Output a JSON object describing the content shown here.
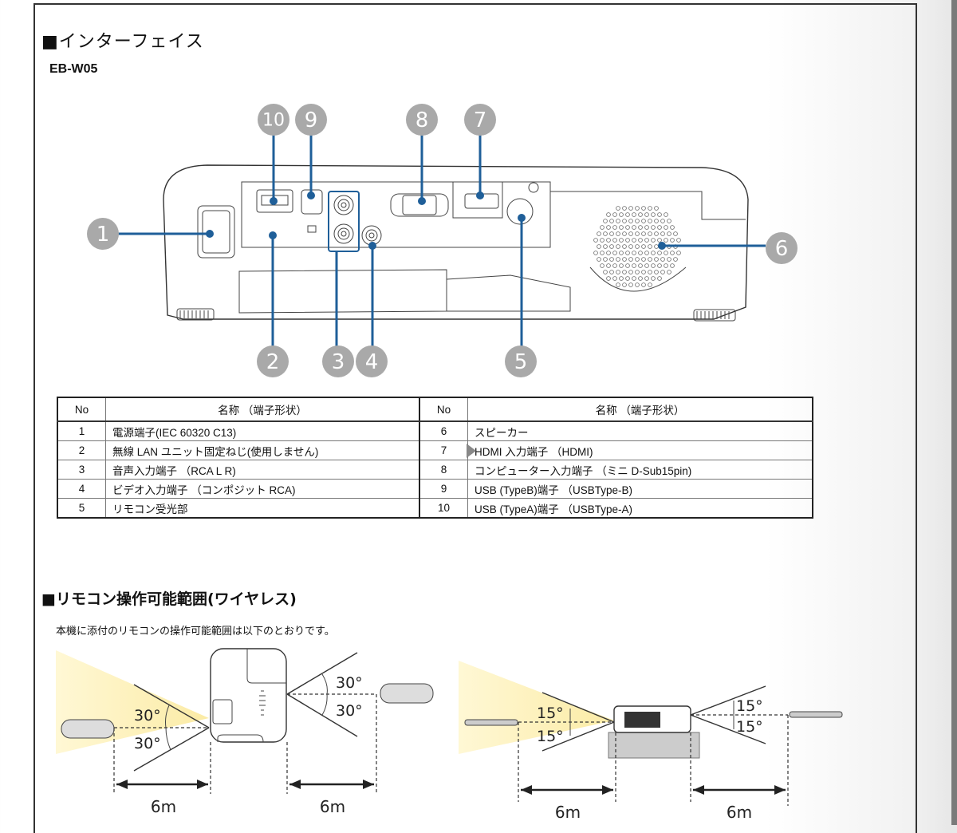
{
  "section1": {
    "heading": "■インターフェイス",
    "model": "EB-W05"
  },
  "diagram1": {
    "callouts": [
      "1",
      "2",
      "3",
      "4",
      "5",
      "6",
      "7",
      "8",
      "9",
      "10"
    ],
    "colors": {
      "callout": "#a9a9a9",
      "leader": "#1f5f99"
    }
  },
  "table": {
    "headers": {
      "no": "No",
      "name": "名称 （端子形状）"
    },
    "left_rows": [
      {
        "no": "1",
        "name": "電源端子(IEC 60320 C13)"
      },
      {
        "no": "2",
        "name": "無線 LAN ユニット固定ねじ(使用しません)"
      },
      {
        "no": "3",
        "name": "音声入力端子 （RCA L R)"
      },
      {
        "no": "4",
        "name": "ビデオ入力端子 （コンポジット RCA)"
      },
      {
        "no": "5",
        "name": "リモコン受光部"
      }
    ],
    "right_rows": [
      {
        "no": "6",
        "name": "スピーカー"
      },
      {
        "no": "7",
        "name": "HDMI 入力端子 （HDMI)"
      },
      {
        "no": "8",
        "name": "コンピューター入力端子 （ミニ D-Sub15pin)"
      },
      {
        "no": "9",
        "name": "USB (TypeB)端子 （USBType-B)"
      },
      {
        "no": "10",
        "name": "USB (TypeA)端子 （USBType-A)"
      }
    ]
  },
  "section2": {
    "heading": "■リモコン操作可能範囲(ワイヤレス)",
    "description": "本機に添付のリモコンの操作可能範囲は以下のとおりです。"
  },
  "range_top_view": {
    "angle_up": "30°",
    "angle_down": "30°",
    "angle_up_rear": "30°",
    "angle_down_rear": "30°",
    "distance_front": "6m",
    "distance_rear": "6m"
  },
  "range_side_view": {
    "angle_up": "15°",
    "angle_down": "15°",
    "angle_up_rear": "15°",
    "angle_down_rear": "15°",
    "distance_front": "6m",
    "distance_rear": "6m"
  }
}
